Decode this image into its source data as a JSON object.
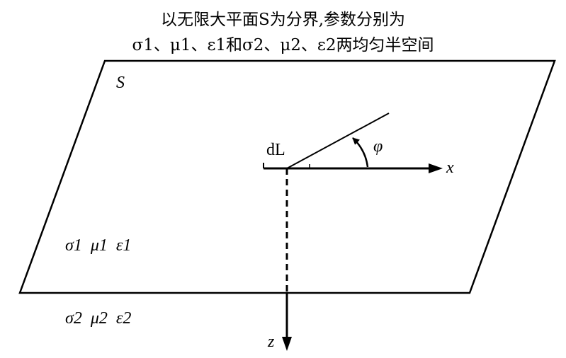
{
  "title": {
    "line1": "以无限大平面S为分界,参数分别为",
    "line2": "σ1、μ1、ε1和σ2、μ2、ε2两均匀半空间"
  },
  "labels": {
    "plane": "S",
    "element": "dL",
    "angle": "φ",
    "x_axis": "x",
    "z_axis": "z",
    "upper_params": "σ1  μ1  ε1",
    "lower_params": "σ2  μ2  ε2"
  },
  "colors": {
    "line": "#000000",
    "background": "#ffffff"
  }
}
